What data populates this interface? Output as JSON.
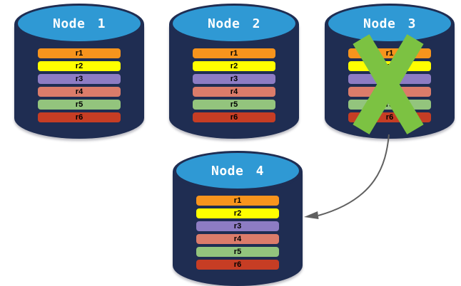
{
  "diagram": {
    "nodes": [
      {
        "label": "Node 1",
        "status": "active"
      },
      {
        "label": "Node 2",
        "status": "active"
      },
      {
        "label": "Node 3",
        "status": "failed"
      },
      {
        "label": "Node 4",
        "status": "active"
      }
    ],
    "rows": [
      {
        "label": "r1",
        "color": "#f7941d"
      },
      {
        "label": "r2",
        "color": "#ffff00"
      },
      {
        "label": "r3",
        "color": "#8d7cc3"
      },
      {
        "label": "r4",
        "color": "#db7c6a"
      },
      {
        "label": "r5",
        "color": "#93c47d"
      },
      {
        "label": "r6",
        "color": "#c63d24"
      }
    ],
    "failed_node": "Node 3",
    "arrow": {
      "from": "Node 3",
      "to": "Node 4"
    },
    "colors": {
      "cylinder_body": "#1f2d52",
      "cylinder_top": "#2f99d4",
      "failure_cross": "#7cc242",
      "arrow": "#606060",
      "row_text": "#000000",
      "title_text": "#ffffff"
    }
  }
}
